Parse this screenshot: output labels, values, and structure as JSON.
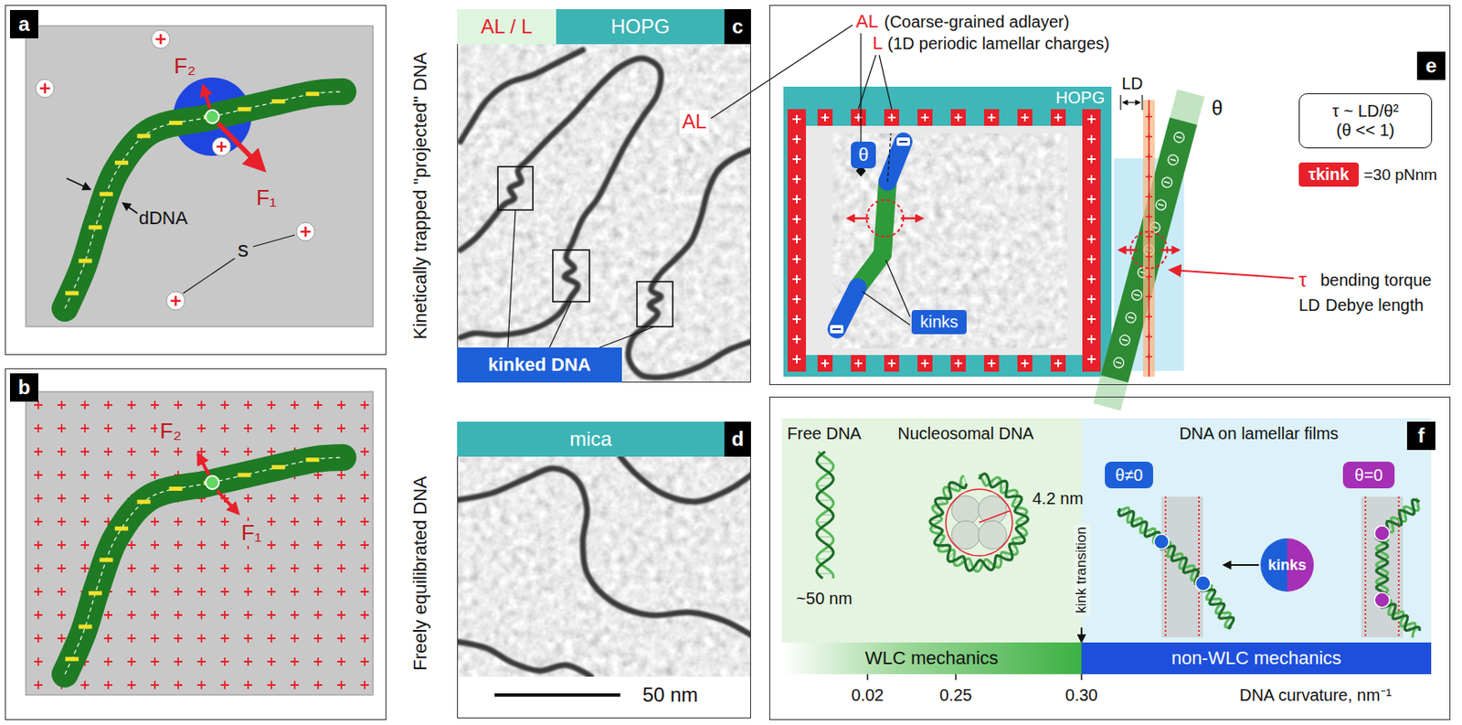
{
  "diagram": {
    "nodes": [
      {
        "text": [
          "a"
        ]
      },
      {
        "text": [
          "b"
        ]
      },
      {
        "text": [
          "c"
        ]
      },
      {
        "text": [
          "AL / L"
        ],
        "in": 2
      },
      {
        "text": [
          "HOPG"
        ],
        "in": 2
      },
      {
        "text": [
          "kinked DNA"
        ],
        "in": 2
      },
      {
        "text": [
          "d"
        ]
      },
      {
        "text": [
          "mica"
        ],
        "in": 6
      },
      {
        "text": [
          "e"
        ]
      },
      {
        "text": [
          "HOPG"
        ],
        "in": 8
      },
      {
        "text": [
          "θ"
        ],
        "in": 9
      },
      {
        "text": [
          "kinks"
        ],
        "in": 9
      },
      {
        "text": [
          "τ ~ LD/θ²",
          "(θ << 1)"
        ],
        "in": 8
      },
      {
        "text": [
          "τkink"
        ],
        "in": 8
      },
      {
        "text": [
          "f"
        ]
      },
      {
        "text": [
          "θ≠0"
        ],
        "in": 14
      },
      {
        "text": [
          "kinks"
        ],
        "in": 14
      },
      {
        "text": [
          "θ=0"
        ],
        "in": 14
      },
      {
        "text": [
          "WLC mechanics"
        ],
        "in": 14
      },
      {
        "text": [
          "non-WLC mechanics"
        ],
        "in": 14
      }
    ],
    "labels": [
      "F₂",
      "F₁",
      "dDNA",
      "s",
      "F₂",
      "F₁",
      "Kinetically trapped \"projected\" DNA",
      "AL",
      "Freely equilibrated DNA",
      "50 nm",
      "AL",
      "(Coarse-grained adlayer)",
      "L",
      "(1D periodic lamellar charges)",
      "LD",
      "θ",
      "=30 pNnm",
      "τ",
      "bending torque",
      "LD",
      "Debye length",
      "Free DNA",
      "Nucleosomal DNA",
      "DNA on lamellar films",
      "~50 nm",
      "4.2 nm",
      "kink transition",
      "0.02",
      "0.25",
      "0.30",
      "DNA curvature, nm⁻¹"
    ]
  }
}
